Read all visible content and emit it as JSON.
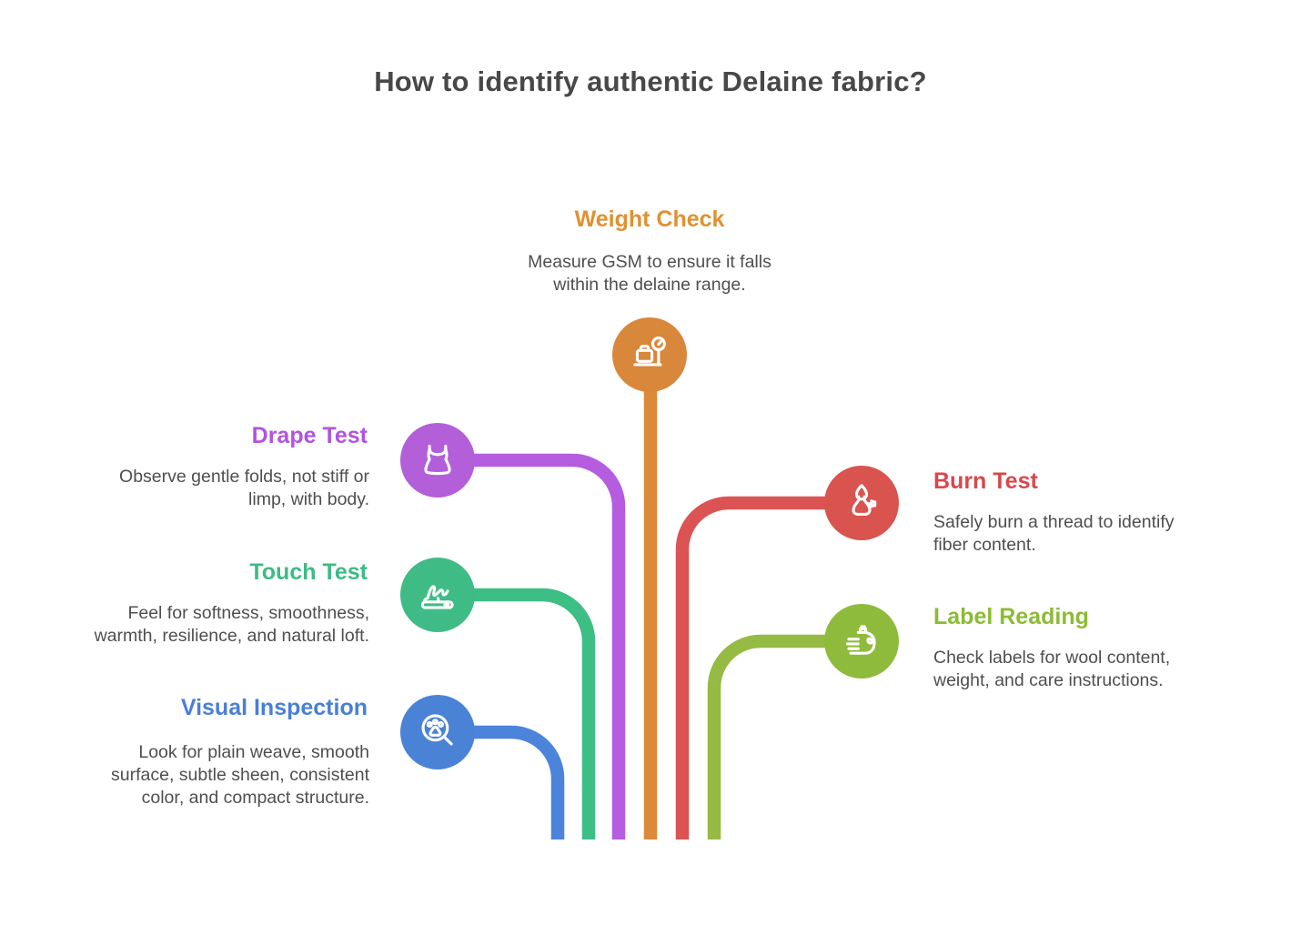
{
  "title": "How to identify authentic Delaine fabric?",
  "items": [
    {
      "id": "weight-check",
      "title": "Weight Check",
      "description": "Measure GSM to ensure it falls within the delaine range.",
      "color": "#DC8A39",
      "icon": "weight-scale-icon",
      "position": "top-center"
    },
    {
      "id": "drape-test",
      "title": "Drape Test",
      "description": "Observe gentle folds, not stiff or limp, with body.",
      "color": "#B55CE0",
      "icon": "dress-icon",
      "position": "left"
    },
    {
      "id": "touch-test",
      "title": "Touch Test",
      "description": "Feel for softness, smoothness, warmth, resilience, and natural loft.",
      "color": "#3DBE85",
      "icon": "touch-surface-icon",
      "position": "left"
    },
    {
      "id": "visual-inspection",
      "title": "Visual Inspection",
      "description": "Look for plain weave, smooth surface, subtle sheen, consistent color, and compact structure.",
      "color": "#4C83DB",
      "icon": "magnifier-paw-icon",
      "position": "left"
    },
    {
      "id": "burn-test",
      "title": "Burn Test",
      "description": "Safely burn a thread to identify fiber content.",
      "color": "#DB5352",
      "icon": "burner-flame-icon",
      "position": "right"
    },
    {
      "id": "label-reading",
      "title": "Label Reading",
      "description": "Check labels for wool content, weight, and care instructions.",
      "color": "#95BB44",
      "icon": "laundry-bottle-icon",
      "position": "right"
    }
  ]
}
